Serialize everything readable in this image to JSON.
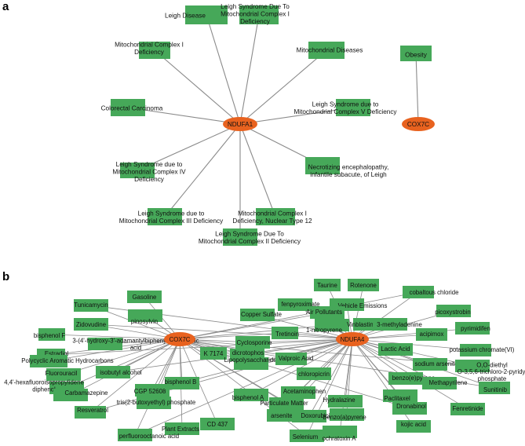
{
  "colors": {
    "gene_node": "#e8621f",
    "term_node": "#46a859",
    "edge": "#8a8a8a"
  },
  "panel_a": {
    "label": "a",
    "genes": [
      "NDUFA1",
      "COX7C"
    ],
    "terms": [
      "Leigh Disease",
      "Leigh Syndrome Due To\nMitochondrial Complex I\nDeficiency",
      "Mitochondrial Complex I\nDeficiency",
      "Mitochondrial Diseases",
      "Colorectal Carcinoma",
      "Leigh Syndrome due to\nMitochondrial Complex V Deficiency",
      "Leigh Syndrome due to\nMitochondrial Complex IV\nDeficiency",
      "Necrotizing encephalopathy,\ninfantile subacute, of Leigh",
      "Leigh Syndrome due to\nMitochondrial Complex III Deficiency",
      "Mitochondrial Complex I\nDeficiency, Nuclear Type 12",
      "Leigh Syndrome Due To\nMitochondrial Complex II Deficiency",
      "Obesity"
    ],
    "edges": [
      [
        "NDUFA1",
        "Leigh Disease"
      ],
      [
        "NDUFA1",
        "Leigh Syndrome Due To\nMitochondrial Complex I\nDeficiency"
      ],
      [
        "NDUFA1",
        "Mitochondrial Complex I\nDeficiency"
      ],
      [
        "NDUFA1",
        "Mitochondrial Diseases"
      ],
      [
        "NDUFA1",
        "Colorectal Carcinoma"
      ],
      [
        "NDUFA1",
        "Leigh Syndrome due to\nMitochondrial Complex V Deficiency"
      ],
      [
        "NDUFA1",
        "Leigh Syndrome due to\nMitochondrial Complex IV\nDeficiency"
      ],
      [
        "NDUFA1",
        "Necrotizing encephalopathy,\ninfantile subacute, of Leigh"
      ],
      [
        "NDUFA1",
        "Leigh Syndrome due to\nMitochondrial Complex III Deficiency"
      ],
      [
        "NDUFA1",
        "Mitochondrial Complex I\nDeficiency, Nuclear Type 12"
      ],
      [
        "NDUFA1",
        "Leigh Syndrome Due To\nMitochondrial Complex II Deficiency"
      ],
      [
        "COX7C",
        "Obesity"
      ]
    ]
  },
  "panel_b": {
    "label": "b",
    "genes": [
      "COX7C",
      "NDUFA4"
    ],
    "chemicals": [
      "Tunicamycin",
      "Gasoline",
      "pinosylvin",
      "Zidovudine",
      "bisphenol F",
      "3-(4'-hydroxy-3'-adamantylbiphenyl-4-yl)acrylic\nacid",
      "Estradiol",
      "Polycyclic Aromatic Hydrocarbons",
      "Fluorouracil",
      "isobutyl alcohol",
      "4,4'-hexafluoroisopropylidene\ndiphenol",
      "Carbamazepine",
      "CGP 52608",
      "tris(2-butoxyethyl) phosphate",
      "bisphenol B",
      "Resveratrol",
      "Plant Extracts",
      "CD 437",
      "perfluorooctanoic acid",
      "K 7174",
      "dicrotophos",
      "Lipopolysaccharides",
      "Taurine",
      "Rotenone",
      "cobaltous chloride",
      "fenpyroximate",
      "Vehicle Emissions",
      "Air Pollutants",
      "Copper Sulfate",
      "picoxystrobin",
      "1-nitropyrene",
      "Vinblastine",
      "3-methyladenine",
      "Tretinoin",
      "acipimox",
      "pyrimidifen",
      "Cyclosporine",
      "Lactic Acid",
      "potassium chromate(VI)",
      "Valproic Acid",
      "chloropicrin",
      "sodium arsenite",
      "O,O-diethyl\nO-3,5,6-trichloro-2-pyridyl\nphosphate",
      "benzo(e)pyrene",
      "Methapyrilene",
      "Sunitinib",
      "Acetaminophen",
      "bisphenol A",
      "Particulate Matter",
      "Hydralazine",
      "Paclitaxel",
      "Dronabinol",
      "Fenretinide",
      "arsenite",
      "Doxorubicin",
      "Benzo(a)pyrene",
      "kojic acid",
      "Selenium",
      "ochratoxin A"
    ]
  }
}
